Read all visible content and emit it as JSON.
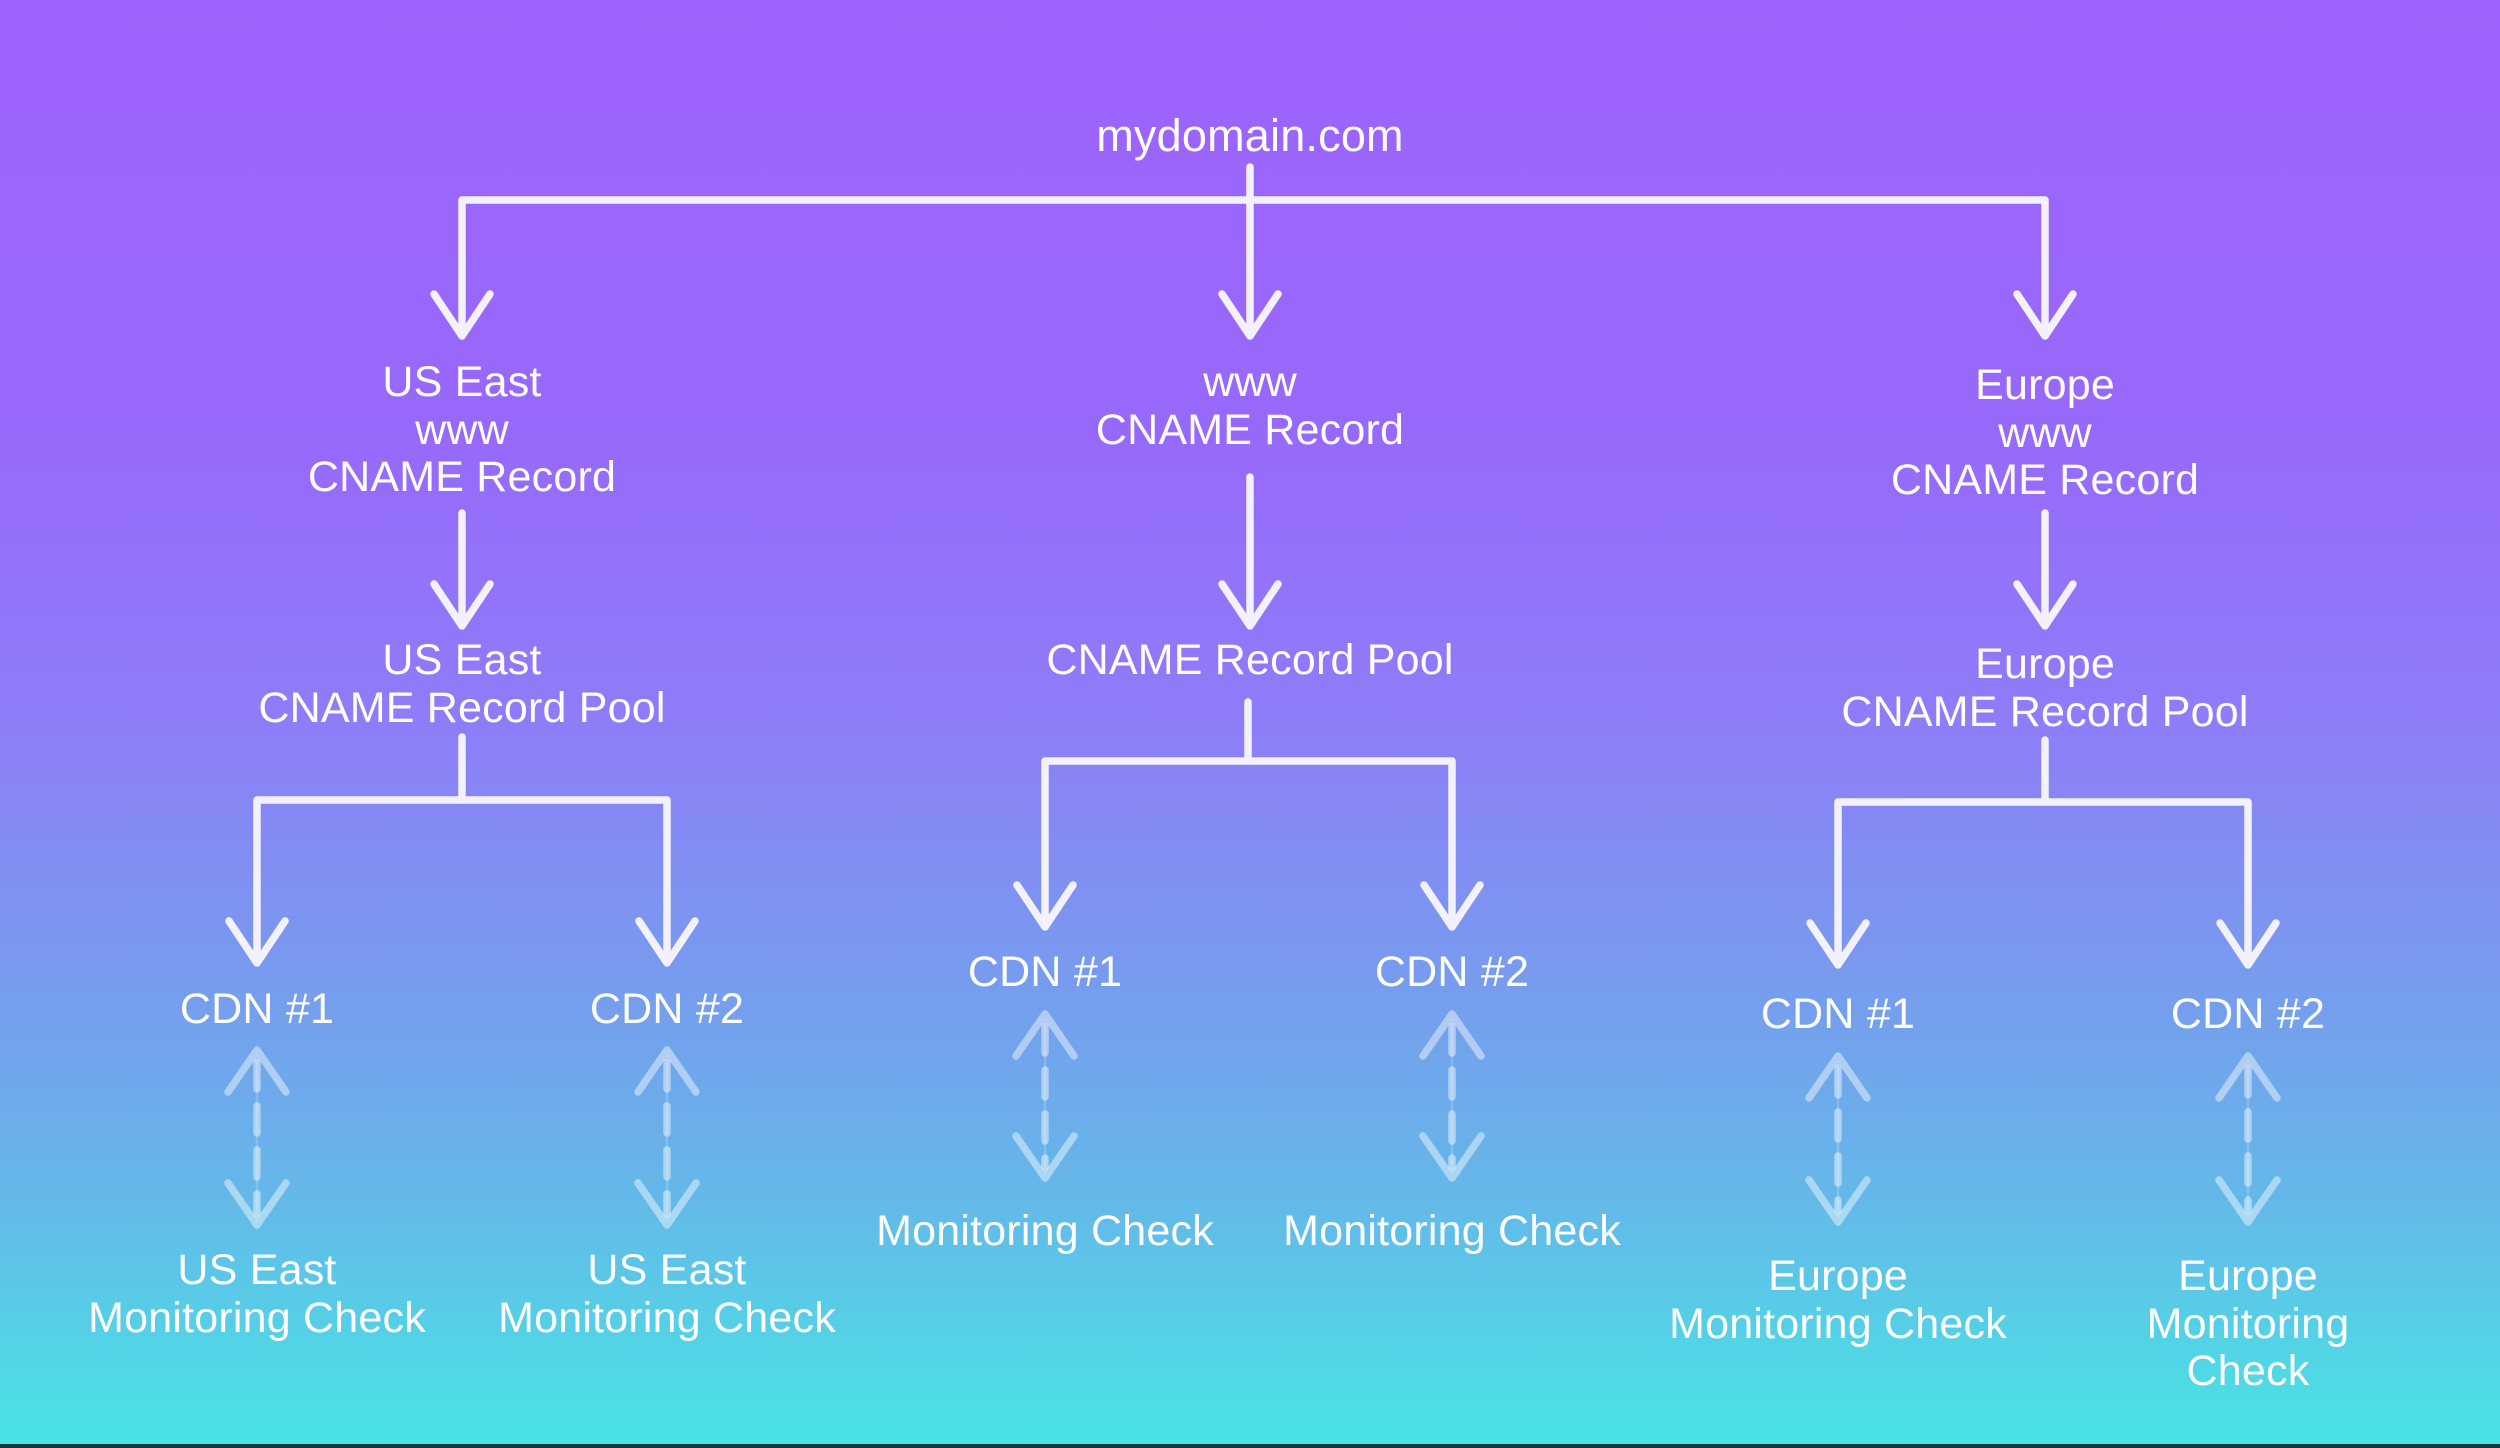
{
  "title": "mydomain.com",
  "colors": {
    "background_top": "#9d63fc",
    "background_mid_purple": "#8e7cf8",
    "background_mid_blue": "#72a3ec",
    "background_bottom": "#4be0e4",
    "line": "#f3f1fb",
    "text": "#fdfdff",
    "dashed_arrow": "rgba(255,255,255,0.45)"
  },
  "columns": [
    {
      "id": "us-east",
      "cname_record": "US East\nwww\nCNAME Record",
      "record_pool": "US East\nCNAME Record Pool",
      "cdn1": "CDN #1",
      "cdn2": "CDN #2",
      "monitor1": "US East\nMonitoring Check",
      "monitor2": "US East\nMonitoring Check"
    },
    {
      "id": "www",
      "cname_record": "www\nCNAME Record",
      "record_pool": "CNAME Record Pool",
      "cdn1": "CDN #1",
      "cdn2": "CDN #2",
      "monitor1": "Monitoring Check",
      "monitor2": "Monitoring Check"
    },
    {
      "id": "europe",
      "cname_record": "Europe\nwww\nCNAME Record",
      "record_pool": "Europe\nCNAME Record Pool",
      "cdn1": "CDN #1",
      "cdn2": "CDN #2",
      "monitor1": "Europe\nMonitoring Check",
      "monitor2": "Europe\nMonitoring Check"
    }
  ]
}
